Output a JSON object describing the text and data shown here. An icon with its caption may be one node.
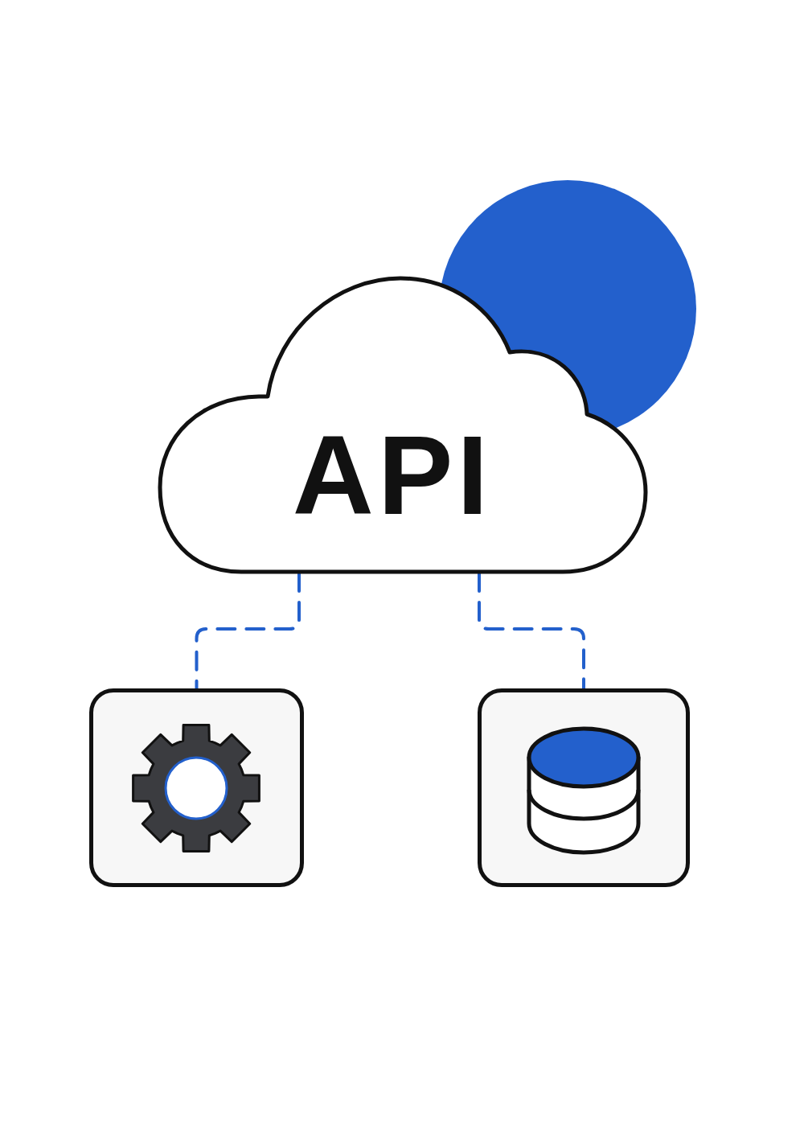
{
  "diagram": {
    "nodes": [
      {
        "text": [
          "API"
        ]
      },
      {
        "text": [],
        "shape": "box"
      },
      {
        "text": [],
        "shape": "box"
      }
    ],
    "edges": [
      {
        "from": 0,
        "to": 1,
        "arrow": "none",
        "style": "dashed"
      },
      {
        "from": 0,
        "to": 2,
        "arrow": "none",
        "style": "dashed"
      }
    ]
  }
}
